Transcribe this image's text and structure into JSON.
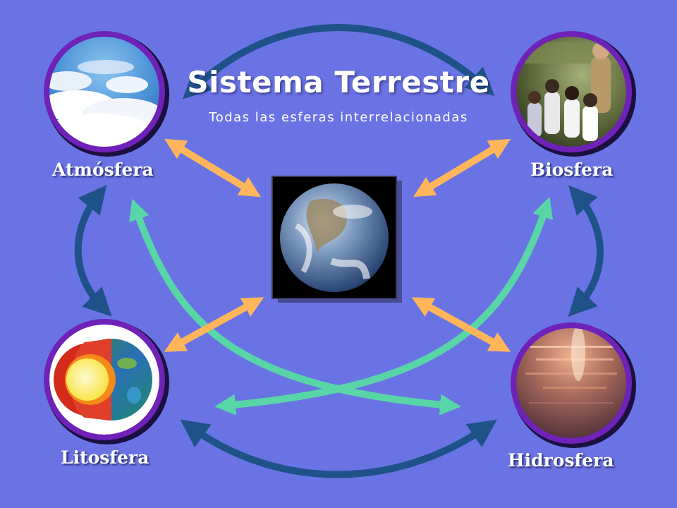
{
  "title": "Sistema Terrestre",
  "subtitle": "Todas las esferas interrelacionadas",
  "spheres": {
    "atmosfera": "Atmósfera",
    "biosfera": "Biosfera",
    "litosfera": "Litosfera",
    "hidrosfera": "Hidrosfera"
  },
  "colors": {
    "background": "#6a73e4",
    "ring": "#6e22b8",
    "navy_arrow": "#1f5288",
    "orange_arrow": "#ffb65a",
    "mint_arrow": "#58d6a8"
  },
  "icons": {
    "atmosfera": "clouds-image",
    "biosfera": "people-photo",
    "litosfera": "earth-layers-cutaway",
    "hidrosfera": "sunset-water",
    "center": "earth-globe"
  }
}
